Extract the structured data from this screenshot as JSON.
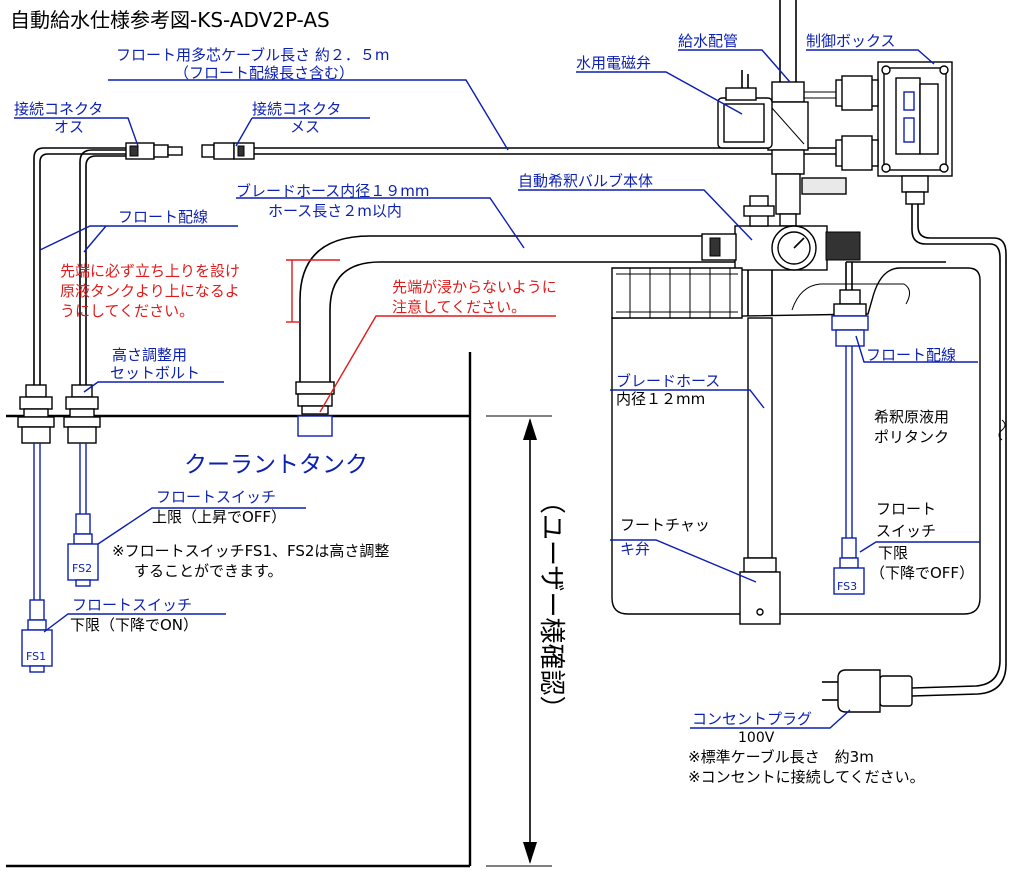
{
  "title": "自動給水仕様参考図-KS-ADV2P-AS",
  "colors": {
    "label": "#0b1fb3",
    "warning": "#e01b1b",
    "line": "#000000"
  },
  "labels": {
    "float_cable_length": "フロート用多芯ケーブル長さ 約２．５m",
    "float_cable_note": "（フロート配線長さ含む）",
    "connector_male_1": "接続コネクタ",
    "connector_male_2": "オス",
    "connector_female_1": "接続コネクタ",
    "connector_female_2": "メス",
    "water_pipe": "給水配管",
    "control_box": "制御ボックス",
    "solenoid_valve": "水用電磁弁",
    "dilution_valve": "自動希釈バルブ本体",
    "braided_hose_19_1": "ブレードホース内径１９mm",
    "braided_hose_19_2": "ホース長さ２m以内",
    "float_wiring_left": "フロート配線",
    "float_wiring_right": "フロート配線",
    "height_bolt_1": "高さ調整用",
    "height_bolt_2": "セットボルト",
    "coolant_tank": "クーラントタンク",
    "fs_upper_1": "フロートスイッチ",
    "fs_upper_2": "上限（上昇でOFF）",
    "fs_note": "※フロートスイッチFS1、FS2は高さ調整",
    "fs_note_2": "することができます。",
    "fs_lower_left_1": "フロートスイッチ",
    "fs_lower_left_2": "下限（下降でON）",
    "braided_hose_12_1": "ブレードホース",
    "braided_hose_12_2": "内径１２mm",
    "foot_check_1": "フートチャッ",
    "foot_check_2": "キ弁",
    "poly_tank_1": "希釈原液用",
    "poly_tank_2": "ポリタンク",
    "fs3_1": "フロート",
    "fs3_2": "スイッチ",
    "fs3_3": "下限",
    "fs3_4": "（下降でOFF）",
    "user_confirm": "（ユーザー様確認）",
    "plug_1": "コンセントプラグ",
    "plug_2": "100V",
    "cable_note_1": "※標準ケーブル長さ　約3m",
    "cable_note_2": "※コンセントに接続してください。",
    "fs1": "FS1",
    "fs2": "FS2",
    "fs3": "FS3"
  },
  "warnings": {
    "rise_1": "先端に必ず立ち上りを設け",
    "rise_2": "原液タンクより上になるよ",
    "rise_3": "うにしてください。",
    "tip_1": "先端が浸からないように",
    "tip_2": "注意してください。"
  }
}
